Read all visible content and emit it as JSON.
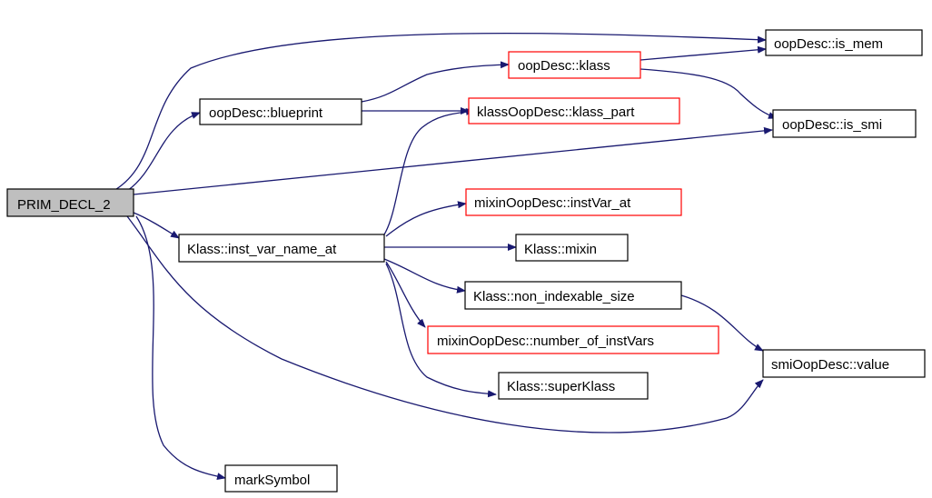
{
  "colors": {
    "edge": "#191970",
    "root_fill": "#bfbfbf",
    "node_fill": "#ffffff",
    "node_border": "#000000",
    "undocumented_border": "#ff0000"
  },
  "nodes": [
    {
      "id": "prim_decl_2",
      "label": "PRIM_DECL_2",
      "style": "root"
    },
    {
      "id": "blueprint",
      "label": "oopDesc::blueprint",
      "style": "normal"
    },
    {
      "id": "klass",
      "label": "oopDesc::klass",
      "style": "red"
    },
    {
      "id": "klass_part",
      "label": "klassOopDesc::klass_part",
      "style": "red"
    },
    {
      "id": "is_mem",
      "label": "oopDesc::is_mem",
      "style": "normal"
    },
    {
      "id": "is_smi",
      "label": "oopDesc::is_smi",
      "style": "normal"
    },
    {
      "id": "inst_var_name_at",
      "label": "Klass::inst_var_name_at",
      "style": "normal"
    },
    {
      "id": "instvar_at",
      "label": "mixinOopDesc::instVar_at",
      "style": "red"
    },
    {
      "id": "mixin",
      "label": "Klass::mixin",
      "style": "normal"
    },
    {
      "id": "non_indexable_size",
      "label": "Klass::non_indexable_size",
      "style": "normal"
    },
    {
      "id": "number_of_instvars",
      "label": "mixinOopDesc::number_of_instVars",
      "style": "red"
    },
    {
      "id": "superklass",
      "label": "Klass::superKlass",
      "style": "normal"
    },
    {
      "id": "smi_value",
      "label": "smiOopDesc::value",
      "style": "normal"
    },
    {
      "id": "marksymbol",
      "label": "markSymbol",
      "style": "normal"
    }
  ],
  "edges": [
    {
      "from": "prim_decl_2",
      "to": "is_mem"
    },
    {
      "from": "prim_decl_2",
      "to": "blueprint"
    },
    {
      "from": "prim_decl_2",
      "to": "is_smi"
    },
    {
      "from": "prim_decl_2",
      "to": "inst_var_name_at"
    },
    {
      "from": "prim_decl_2",
      "to": "smi_value"
    },
    {
      "from": "prim_decl_2",
      "to": "marksymbol"
    },
    {
      "from": "blueprint",
      "to": "klass"
    },
    {
      "from": "blueprint",
      "to": "klass_part"
    },
    {
      "from": "klass",
      "to": "is_mem"
    },
    {
      "from": "klass",
      "to": "is_smi"
    },
    {
      "from": "inst_var_name_at",
      "to": "klass_part"
    },
    {
      "from": "inst_var_name_at",
      "to": "instvar_at"
    },
    {
      "from": "inst_var_name_at",
      "to": "mixin"
    },
    {
      "from": "inst_var_name_at",
      "to": "non_indexable_size"
    },
    {
      "from": "inst_var_name_at",
      "to": "number_of_instvars"
    },
    {
      "from": "inst_var_name_at",
      "to": "superklass"
    },
    {
      "from": "non_indexable_size",
      "to": "smi_value"
    }
  ]
}
